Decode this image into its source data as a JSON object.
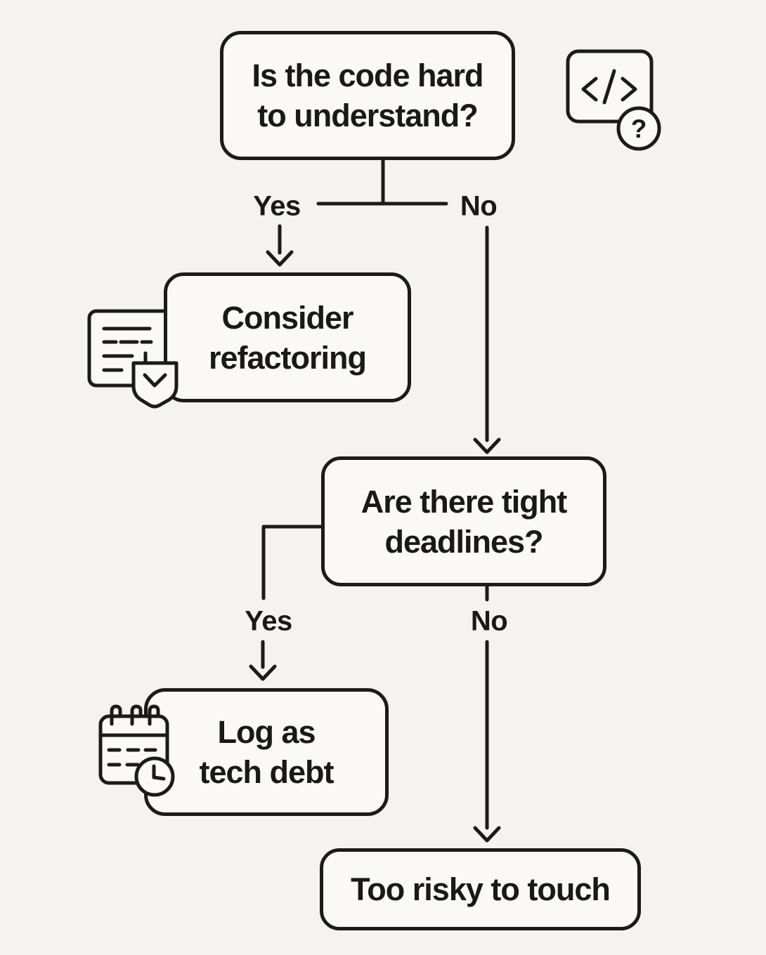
{
  "colors": {
    "background": "#f5f3ef",
    "node_fill": "#faf9f6",
    "line": "#1d1b18",
    "text": "#1a1918"
  },
  "nodes": {
    "question1": {
      "lines": [
        "Is the code hard",
        "to understand?"
      ]
    },
    "refactor": {
      "lines": [
        "Consider",
        "refactoring"
      ]
    },
    "question2": {
      "lines": [
        "Are there tight",
        "deadlines?"
      ]
    },
    "tech_debt": {
      "lines": [
        "Log as",
        "tech debt"
      ]
    },
    "risky": {
      "lines": [
        "Too risky to touch"
      ]
    }
  },
  "branch_labels": {
    "q1_yes": "Yes",
    "q1_no": "No",
    "q2_yes": "Yes",
    "q2_no": "No"
  },
  "icons": {
    "code_question": "code-question-icon",
    "document_check": "document-check-icon",
    "calendar_clock": "calendar-clock-icon",
    "question_mark_glyph": "?"
  }
}
